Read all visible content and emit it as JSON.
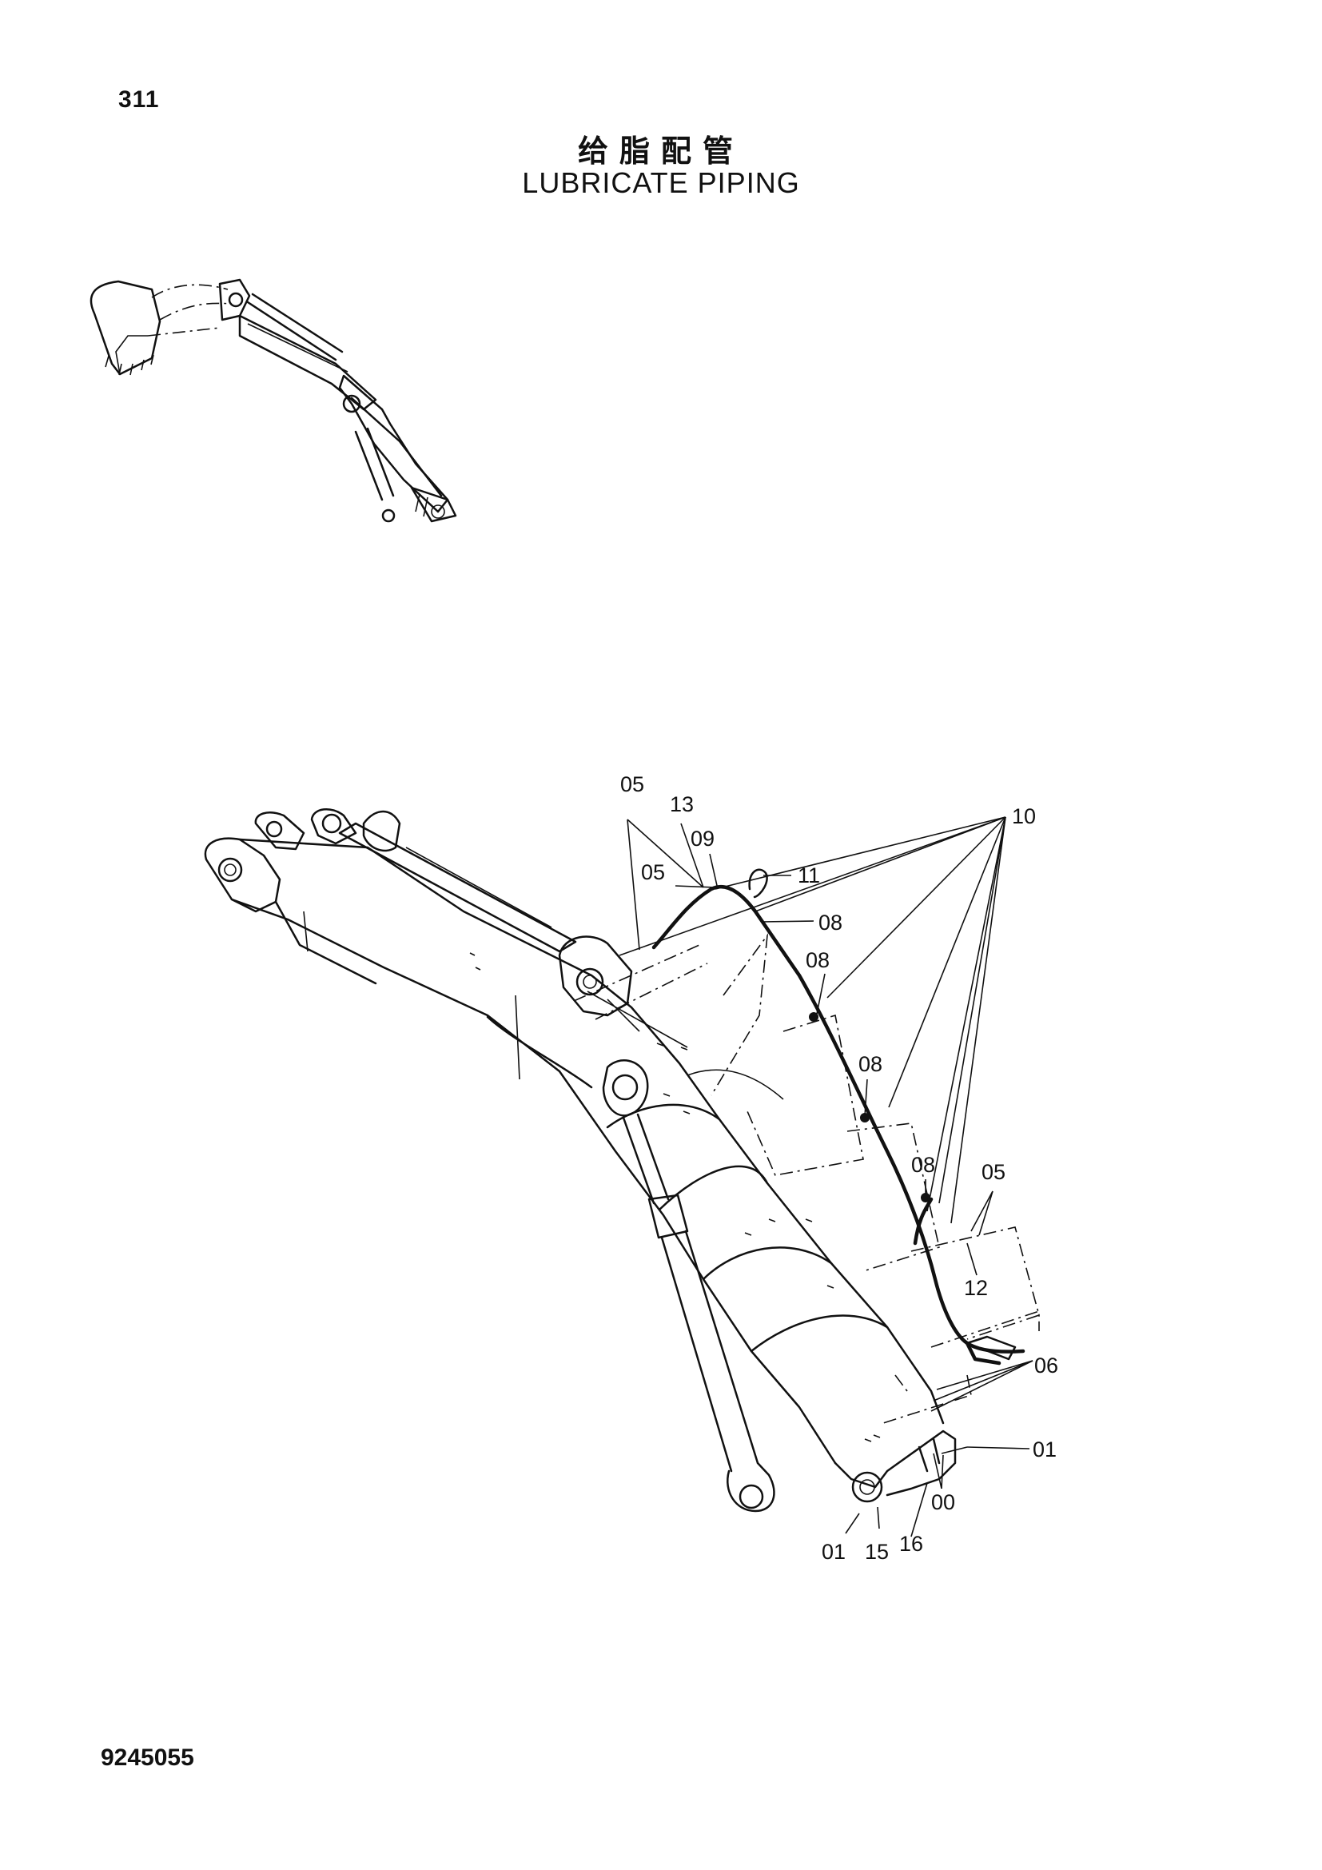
{
  "page": {
    "page_number": "311",
    "title_cn": "给脂配管",
    "title_en": "LUBRICATE PIPING",
    "document_code": "9245055"
  },
  "callouts": [
    {
      "id": "c05a",
      "label": "05"
    },
    {
      "id": "c13",
      "label": "13"
    },
    {
      "id": "c09",
      "label": "09"
    },
    {
      "id": "c10",
      "label": "10"
    },
    {
      "id": "c05b",
      "label": "05"
    },
    {
      "id": "c11",
      "label": "11"
    },
    {
      "id": "c08a",
      "label": "08"
    },
    {
      "id": "c08b",
      "label": "08"
    },
    {
      "id": "c08c",
      "label": "08"
    },
    {
      "id": "c08d",
      "label": "08"
    },
    {
      "id": "c05c",
      "label": "05"
    },
    {
      "id": "c12",
      "label": "12"
    },
    {
      "id": "c06",
      "label": "06"
    },
    {
      "id": "c01a",
      "label": "01"
    },
    {
      "id": "c00",
      "label": "00"
    },
    {
      "id": "c01b",
      "label": "01"
    },
    {
      "id": "c15",
      "label": "15"
    },
    {
      "id": "c16",
      "label": "16"
    }
  ]
}
